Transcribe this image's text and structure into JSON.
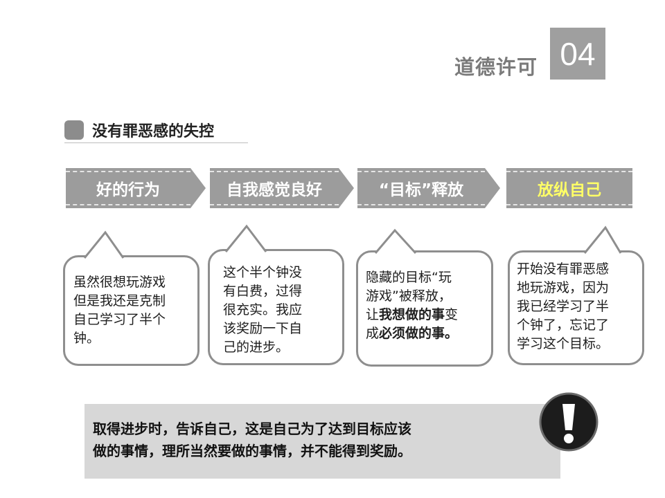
{
  "header": {
    "title": "道德许可",
    "number": "04"
  },
  "section": {
    "title": "没有罪恶感的失控"
  },
  "flow": [
    {
      "label": "好的行为"
    },
    {
      "label": "自我感觉良好"
    },
    {
      "label": "“目标”释放"
    },
    {
      "label": "放纵自己",
      "color": "#ffff66"
    }
  ],
  "bubbles": [
    {
      "lines": [
        "虽然很想玩游戏",
        "但是我还是克制",
        "自己学习了半个",
        "钟。"
      ]
    },
    {
      "lines": [
        "这个半个钟没",
        "有白费，过得",
        "很充实。我应",
        "该奖励一下自",
        "己的进步。"
      ]
    },
    {
      "line1": "隐藏的目标“玩",
      "line2": "游戏”被释放，",
      "line3_pre": "让",
      "line3_bold": "我想做的事",
      "line3_post": "变",
      "line4_pre": "成",
      "line4_bold": "必须做的事。"
    },
    {
      "lines": [
        "开始没有罪恶感",
        "地玩游戏，因为",
        "我已经学习了半",
        "个钟了，忘记了",
        "学习这个目标。"
      ]
    }
  ],
  "note": {
    "line1": "取得进步时，告诉自己，这是自己为了达到目标应该",
    "line2": "做的事情，理所当然要做的事情，并不能得到奖励。"
  },
  "colors": {
    "accent_gray": "#9c9c9c",
    "highlight_yellow": "#ffff66",
    "note_bg": "#d7d7d7"
  },
  "icons": {
    "warning": "exclamation-icon"
  }
}
